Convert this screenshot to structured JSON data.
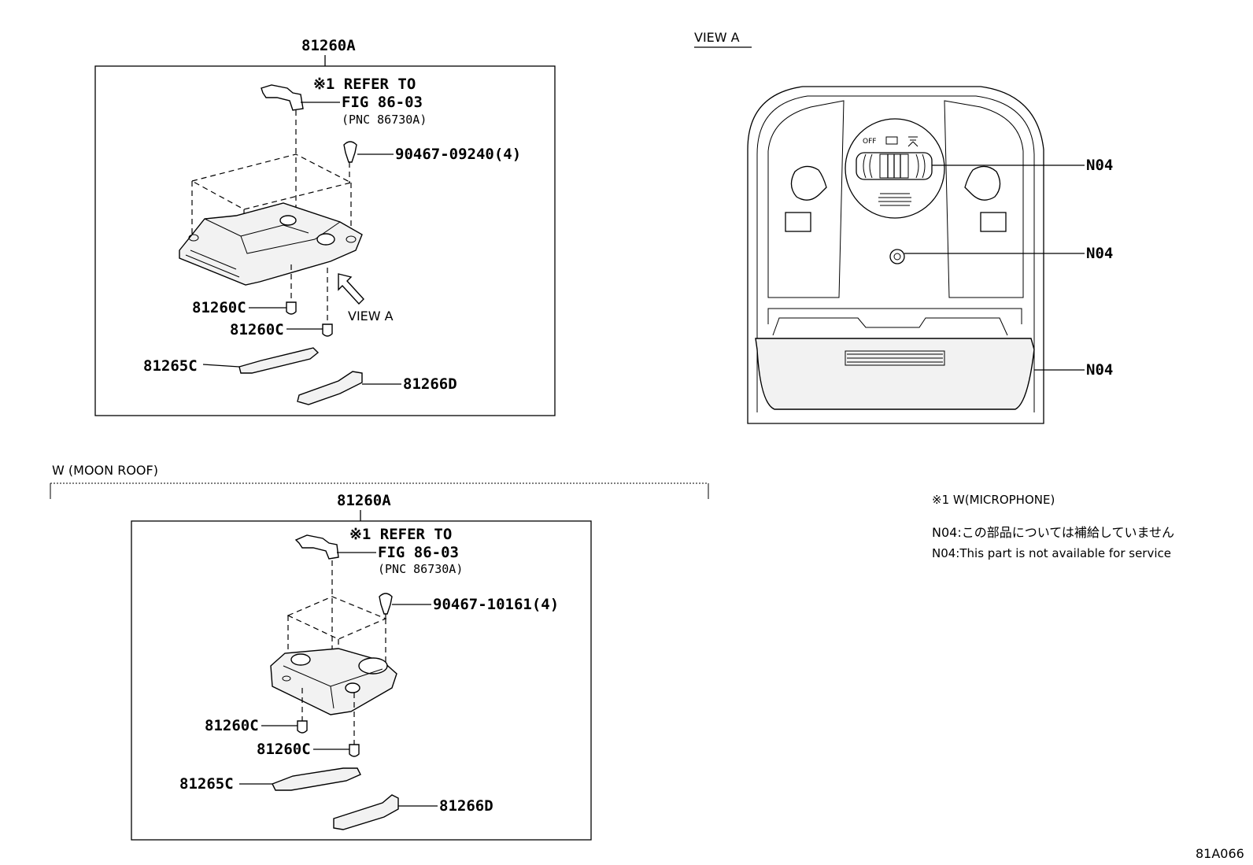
{
  "top_diagram": {
    "assembly": "81260A",
    "refer_line1": "※1 REFER TO",
    "refer_line2": "FIG 86-03",
    "refer_line3": "(PNC 86730A)",
    "screw": "90467-09240(4)",
    "bulb_1": "81260C",
    "bulb_2": "81260C",
    "lens_left": "81265C",
    "lens_right": "81266D",
    "view_arrow_label": "VIEW A"
  },
  "view_a": {
    "title": "VIEW A",
    "switch_off": "OFF",
    "callout_1": "N04",
    "callout_2": "N04",
    "callout_3": "N04"
  },
  "moon_roof": {
    "section_label": "W (MOON ROOF)",
    "assembly": "81260A",
    "refer_line1": "※1 REFER TO",
    "refer_line2": "FIG 86-03",
    "refer_line3": "(PNC 86730A)",
    "screw": "90467-10161(4)",
    "bulb_1": "81260C",
    "bulb_2": "81260C",
    "lens_left": "81265C",
    "lens_right": "81266D"
  },
  "notes": {
    "note_1": "※1 W(MICROPHONE)",
    "note_jp": "N04:この部品については補給していません",
    "note_en": "N04:This part is not available for service"
  },
  "figure_code": "81A066"
}
